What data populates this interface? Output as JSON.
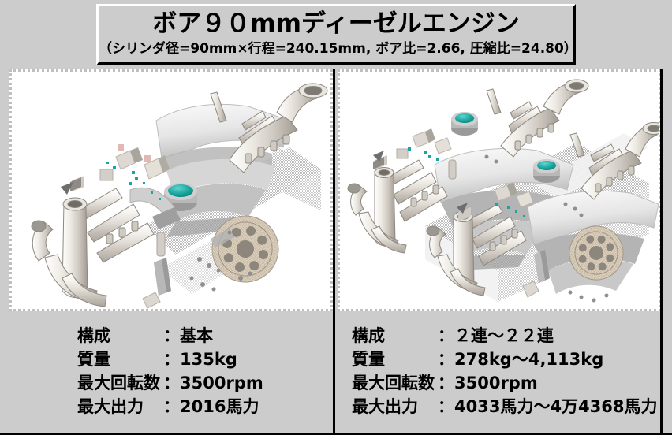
{
  "figure": {
    "background_color": "#cccccc",
    "title_box_color": "#cccccc",
    "accent_teal": "#1fa6a0",
    "border_black": "#000000",
    "border_white": "#ffffff"
  },
  "header": {
    "title": "ボア９０mmディーゼルエンジン",
    "subtitle": "（シリンダ径=90mm×行程=240.15mm, ボア比=2.66, 圧縮比=24.80）"
  },
  "panels": [
    {
      "id": "left",
      "image_alt": "基本エンジン 3D CADレンダリング",
      "specs": [
        {
          "label": "構成",
          "colon": "：",
          "value": "基本"
        },
        {
          "label": "質量",
          "colon": "：",
          "value": "135kg"
        },
        {
          "label": "最大回転数",
          "colon": "：",
          "value": "3500rpm"
        },
        {
          "label": "最大出力",
          "colon": "：",
          "value": "2016馬力"
        }
      ]
    },
    {
      "id": "right",
      "image_alt": "２連エンジン 3D CADレンダリング",
      "specs": [
        {
          "label": "構成",
          "colon": "：",
          "value": "２連〜２２連"
        },
        {
          "label": "質量",
          "colon": "：",
          "value": "278kg〜4,113kg"
        },
        {
          "label": "最大回転数",
          "colon": "：",
          "value": "3500rpm"
        },
        {
          "label": "最大出力",
          "colon": "：",
          "value": "4033馬力〜4万4368馬力"
        }
      ]
    }
  ]
}
